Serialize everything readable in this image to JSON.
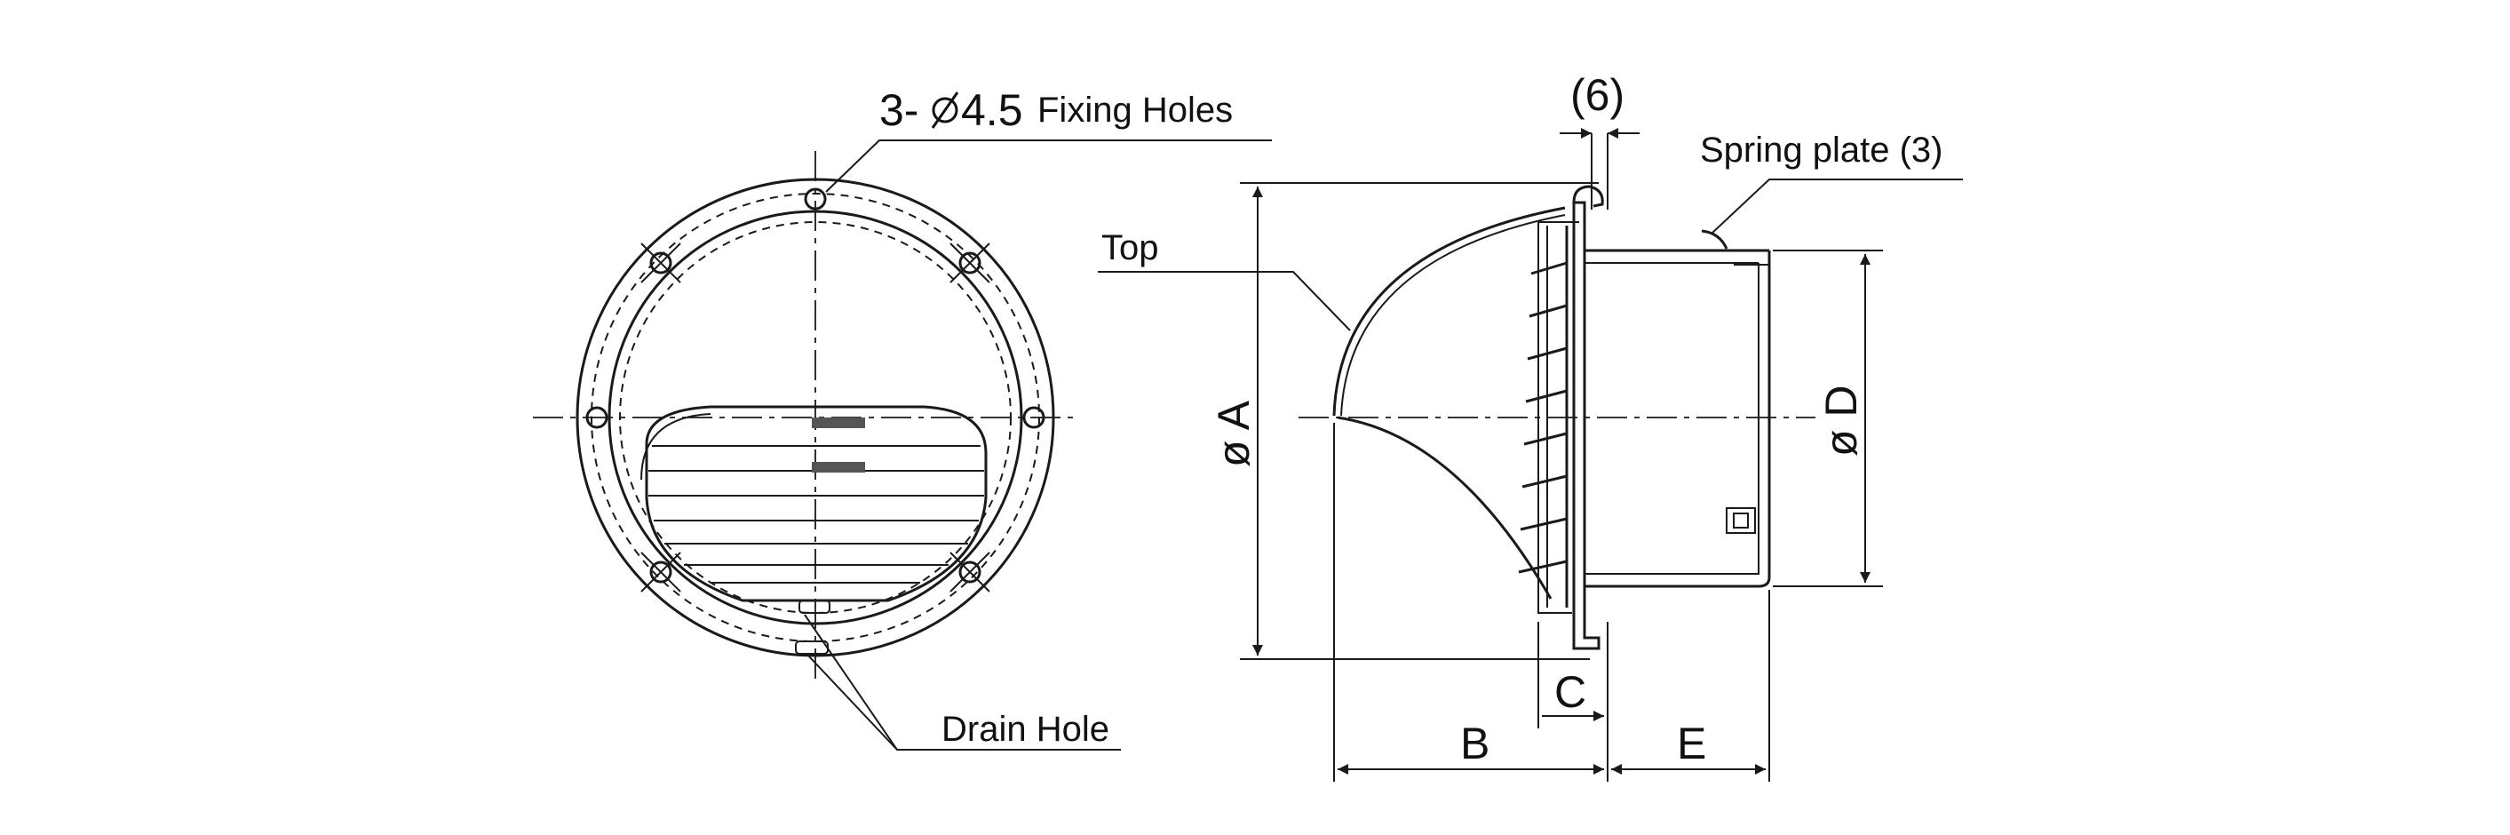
{
  "labels": {
    "fixing_holes_prefix": "3-",
    "fixing_holes_dia": "4.5",
    "fixing_holes_text": "Fixing Holes",
    "drain_hole": "Drain Hole",
    "top": "Top",
    "spring_plate": "Spring plate (3)",
    "offset": "(6)",
    "dim_a": "ø A",
    "dim_d": "ø D",
    "dim_b": "B",
    "dim_c": "C",
    "dim_e": "E"
  },
  "colors": {
    "line": "#1a1a1a",
    "background": "#ffffff"
  }
}
